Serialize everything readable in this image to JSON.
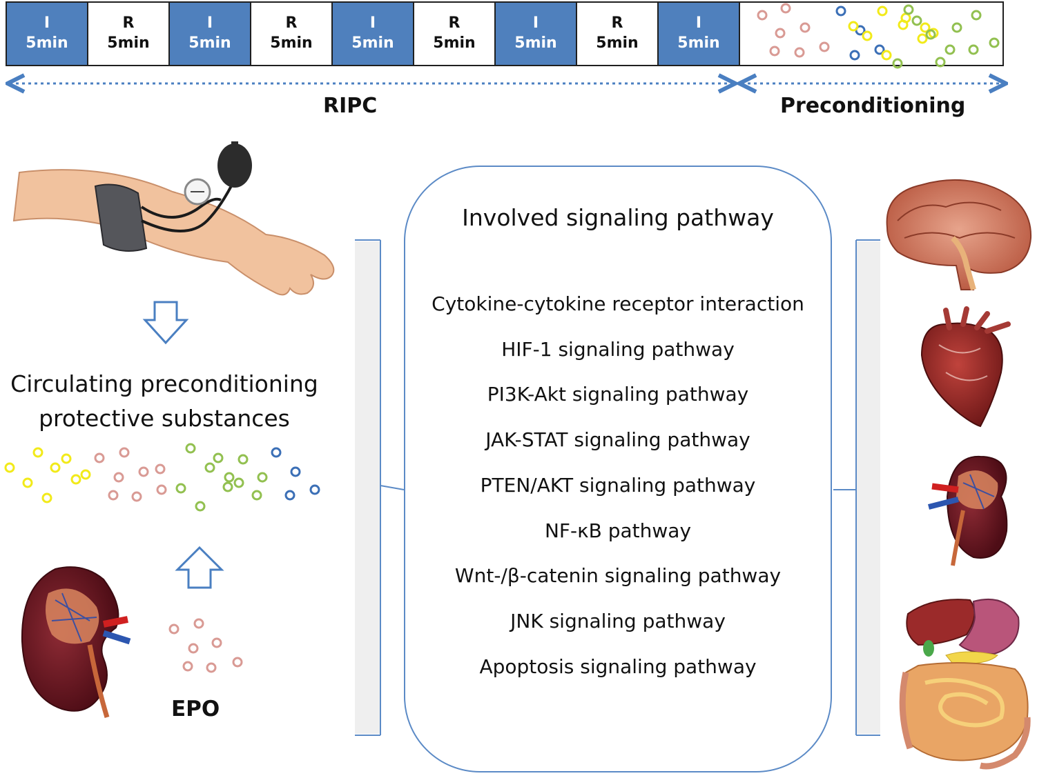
{
  "timeline": {
    "segments": [
      {
        "type": "I",
        "letter": "I",
        "time": "5min"
      },
      {
        "type": "R",
        "letter": "R",
        "time": "5min"
      },
      {
        "type": "I",
        "letter": "I",
        "time": "5min"
      },
      {
        "type": "R",
        "letter": "R",
        "time": "5min"
      },
      {
        "type": "I",
        "letter": "I",
        "time": "5min"
      },
      {
        "type": "R",
        "letter": "R",
        "time": "5min"
      },
      {
        "type": "I",
        "letter": "I",
        "time": "5min"
      },
      {
        "type": "R",
        "letter": "R",
        "time": "5min"
      },
      {
        "type": "I",
        "letter": "I",
        "time": "5min"
      }
    ],
    "ripc_label": "RIPC",
    "preconditioning_label": "Preconditioning"
  },
  "pathways": {
    "title": "Involved  signaling pathway",
    "items": [
      "Cytokine-cytokine  receptor  interaction",
      "HIF-1 signaling pathway",
      "PI3K-Akt signaling pathway",
      "JAK-STAT signaling pathway",
      "PTEN/AKT signaling pathway",
      "NF-κB pathway",
      "Wnt-/β-catenin signaling pathway",
      "JNK signaling pathway",
      "Apoptosis signaling pathway"
    ]
  },
  "left": {
    "circulating_line1": "Circulating preconditioning",
    "circulating_line2": "protective substances",
    "epo_label": "EPO"
  },
  "colors": {
    "ischemia": "#4f80bd",
    "arrow_blue": "#4a7fc1",
    "particle_yellow": "#f2ea1a",
    "particle_pink": "#d99a94",
    "particle_green": "#92c050",
    "particle_blue": "#3b6fb6"
  },
  "icons": [
    "arm-with-blood-pressure-cuff-icon",
    "brain-icon",
    "heart-icon",
    "kidney-icon",
    "digestive-organs-icon"
  ]
}
